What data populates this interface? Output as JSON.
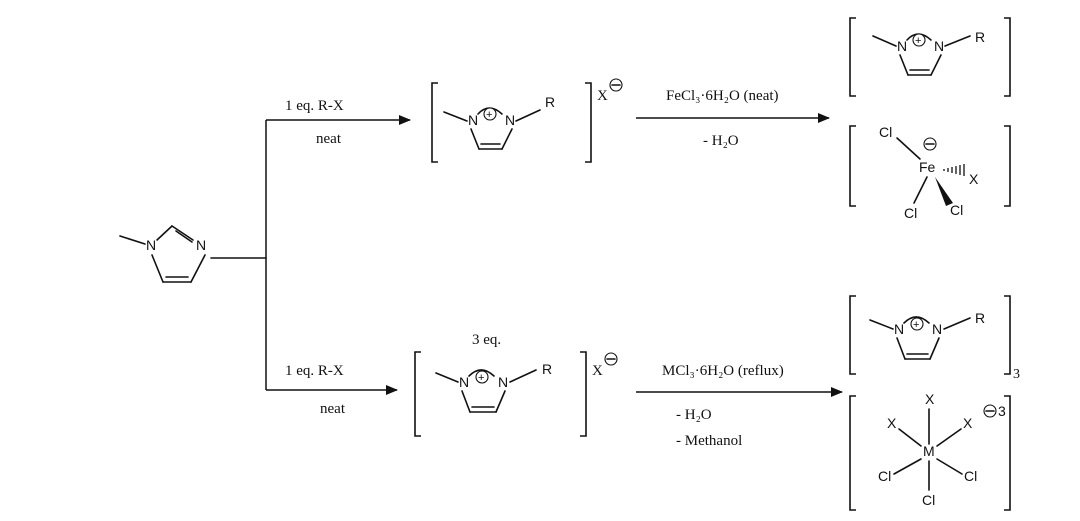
{
  "atoms": {
    "n": "N",
    "r": "R",
    "x": "X",
    "cl": "Cl",
    "fe": "Fe",
    "m": "M",
    "plus": "+",
    "minus": "−"
  },
  "top_route": {
    "reagent": "1 eq. R-X",
    "condition": "neat",
    "anion": "X",
    "step2_reagent": "FeCl₃·6H₂O (neat)",
    "step2_byproduct": "- H₂O"
  },
  "bottom_route": {
    "reagent": "1 eq. R-X",
    "condition": "neat",
    "equivalents": "3 eq.",
    "anion": "X",
    "step2_reagent": "MCl₃·6H₂O (reflux)",
    "step2_byproduct_1": "- H₂O",
    "step2_byproduct_2": "- Methanol",
    "cation_count": "3",
    "anion_charge": "3"
  }
}
